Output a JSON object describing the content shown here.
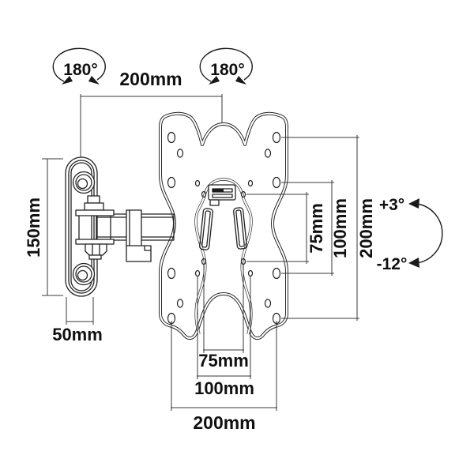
{
  "diagram": {
    "type": "technical-drawing",
    "subject": "Tilt and swivel TV wall-mount bracket dimension diagram",
    "colors": {
      "line": "#222222",
      "dimension_line": "#3a3a3a",
      "text": "#101010",
      "background": "#ffffff"
    },
    "labels": {
      "swivel_left": "180°",
      "swivel_right": "180°",
      "top_width": "200mm",
      "wall_plate_height": "150mm",
      "wall_plate_width": "50mm",
      "right_vesa_75": "75mm",
      "right_vesa_100": "100mm",
      "right_vesa_200": "200mm",
      "tilt_up": "+3°",
      "tilt_down": "-12°",
      "bottom_vesa_75": "75mm",
      "bottom_vesa_100": "100mm",
      "bottom_vesa_200": "200mm"
    }
  }
}
